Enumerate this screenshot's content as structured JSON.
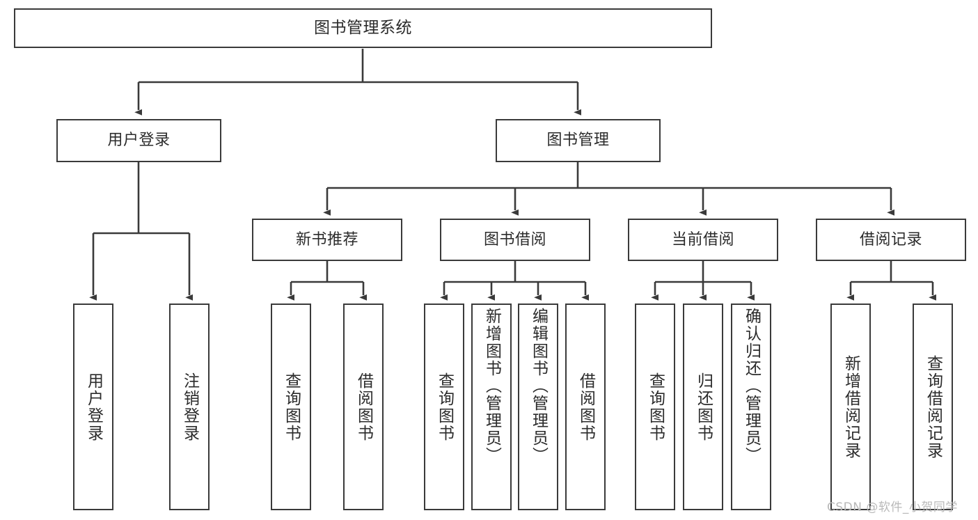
{
  "diagram": {
    "type": "hierarchy-tree",
    "title": "图书管理系统",
    "orientation": "top-down",
    "colors": {
      "box_border": "#3a3a3a",
      "box_fill": "#ffffff",
      "connector": "#3a3a3a",
      "text": "#2b2b2b",
      "watermark": "#b9b9b9",
      "background": "#ffffff"
    },
    "root": {
      "label": "图书管理系统"
    },
    "level2": [
      {
        "label": "用户登录"
      },
      {
        "label": "图书管理"
      }
    ],
    "level3": [
      {
        "label": "新书推荐"
      },
      {
        "label": "图书借阅"
      },
      {
        "label": "当前借阅"
      },
      {
        "label": "借阅记录"
      }
    ],
    "leaves": {
      "user_login": [
        {
          "label": "用户登录"
        },
        {
          "label": "注销登录"
        }
      ],
      "new_book_recommend": [
        {
          "label": "查询图书"
        },
        {
          "label": "借阅图书"
        }
      ],
      "book_borrow": [
        {
          "label": "查询图书"
        },
        {
          "label": "新增图书（管理员）"
        },
        {
          "label": "编辑图书（管理员）"
        },
        {
          "label": "借阅图书"
        }
      ],
      "current_borrow": [
        {
          "label": "查询图书"
        },
        {
          "label": "归还图书"
        },
        {
          "label": "确认归还（管理员）"
        }
      ],
      "borrow_record": [
        {
          "label": "新增借阅记录"
        },
        {
          "label": "查询借阅记录"
        }
      ]
    },
    "watermark": "CSDN @软件_小贺同学"
  }
}
